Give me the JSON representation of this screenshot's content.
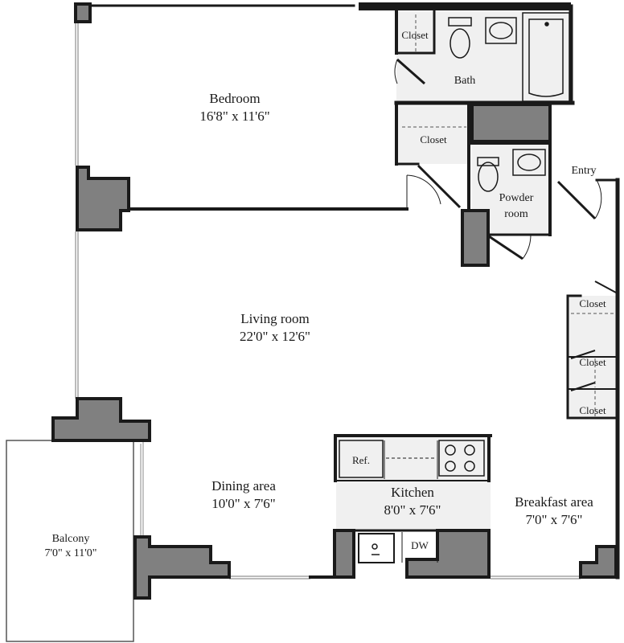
{
  "rooms": {
    "bedroom": {
      "name": "Bedroom",
      "dims": "16'8\" x 11'6\""
    },
    "living": {
      "name": "Living room",
      "dims": "22'0\" x 12'6\""
    },
    "dining": {
      "name": "Dining area",
      "dims": "10'0\" x 7'6\""
    },
    "kitchen": {
      "name": "Kitchen",
      "dims": "8'0\" x 7'6\""
    },
    "breakfast": {
      "name": "Breakfast area",
      "dims": "7'0\" x 7'6\""
    },
    "balcony": {
      "name": "Balcony",
      "dims": "7'0\" x 11'0\""
    },
    "bath": {
      "name": "Bath"
    },
    "powder": {
      "line1": "Powder",
      "line2": "room"
    }
  },
  "labels": {
    "entry": "Entry",
    "closet": "Closet",
    "ref": "Ref.",
    "dw": "DW"
  },
  "colors": {
    "wall": "#1a1a1a",
    "column": "#808080",
    "floor_alt": "#efefef"
  }
}
